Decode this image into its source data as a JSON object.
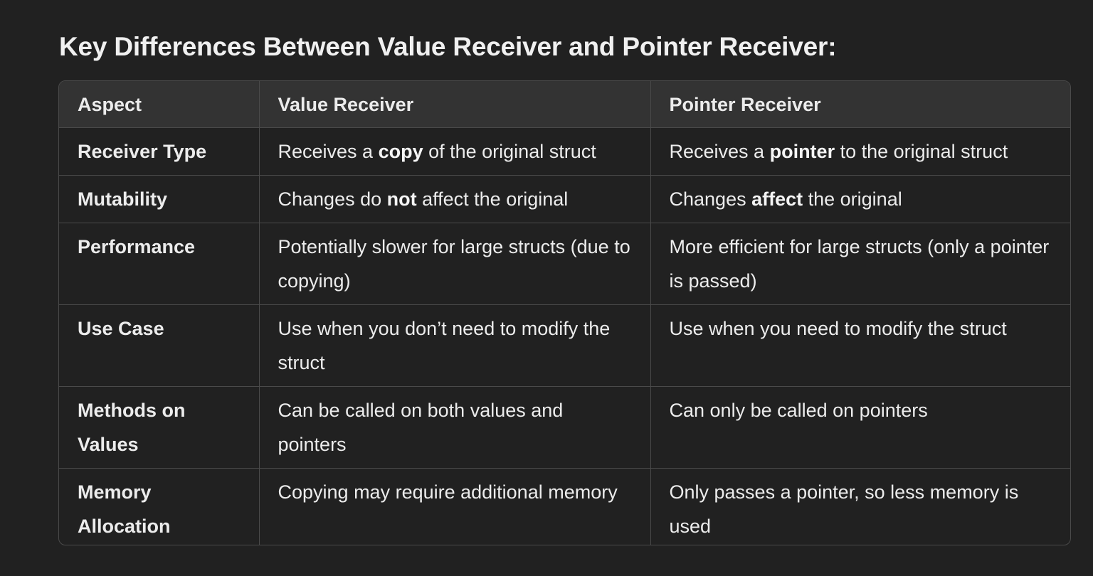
{
  "heading": "Key Differences Between Value Receiver and Pointer Receiver:",
  "table": {
    "headers": [
      "Aspect",
      "Value Receiver",
      "Pointer Receiver"
    ],
    "rows": [
      {
        "aspect": "Receiver Type",
        "value": {
          "pre": "Receives a ",
          "bold": "copy",
          "post": " of the original struct"
        },
        "pointer": {
          "pre": "Receives a ",
          "bold": "pointer",
          "post": " to the original struct"
        }
      },
      {
        "aspect": "Mutability",
        "value": {
          "pre": "Changes do ",
          "bold": "not",
          "post": " affect the original"
        },
        "pointer": {
          "pre": "Changes ",
          "bold": "affect",
          "post": " the original"
        }
      },
      {
        "aspect": "Performance",
        "value": {
          "pre": "Potentially slower for large structs (due to copying)",
          "bold": "",
          "post": ""
        },
        "pointer": {
          "pre": "More efficient for large structs (only a pointer is passed)",
          "bold": "",
          "post": ""
        }
      },
      {
        "aspect": "Use Case",
        "value": {
          "pre": "Use when you don’t need to modify the struct",
          "bold": "",
          "post": ""
        },
        "pointer": {
          "pre": "Use when you need to modify the struct",
          "bold": "",
          "post": ""
        }
      },
      {
        "aspect": "Methods on Values",
        "value": {
          "pre": "Can be called on both values and pointers",
          "bold": "",
          "post": ""
        },
        "pointer": {
          "pre": "Can only be called on pointers",
          "bold": "",
          "post": ""
        }
      },
      {
        "aspect": "Memory Allocation",
        "value": {
          "pre": "Copying may require additional memory",
          "bold": "",
          "post": ""
        },
        "pointer": {
          "pre": "Only passes a pointer, so less memory is used",
          "bold": "",
          "post": ""
        }
      }
    ]
  }
}
